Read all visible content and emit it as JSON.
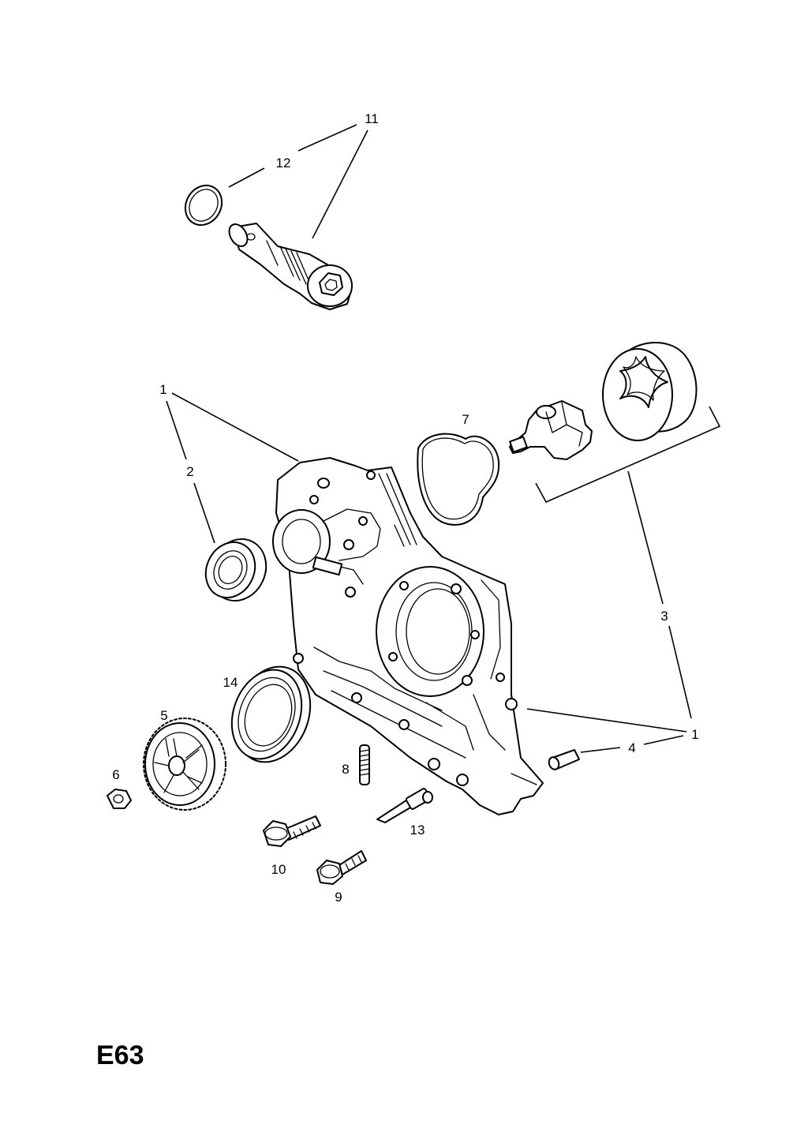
{
  "diagram": {
    "page_code": "E63",
    "callouts": {
      "c1a": "1",
      "c1b": "1",
      "c2": "2",
      "c3": "3",
      "c4": "4",
      "c5": "5",
      "c6": "6",
      "c7": "7",
      "c8": "8",
      "c9": "9",
      "c10": "10",
      "c11": "11",
      "c12": "12",
      "c13": "13",
      "c14": "14"
    }
  }
}
